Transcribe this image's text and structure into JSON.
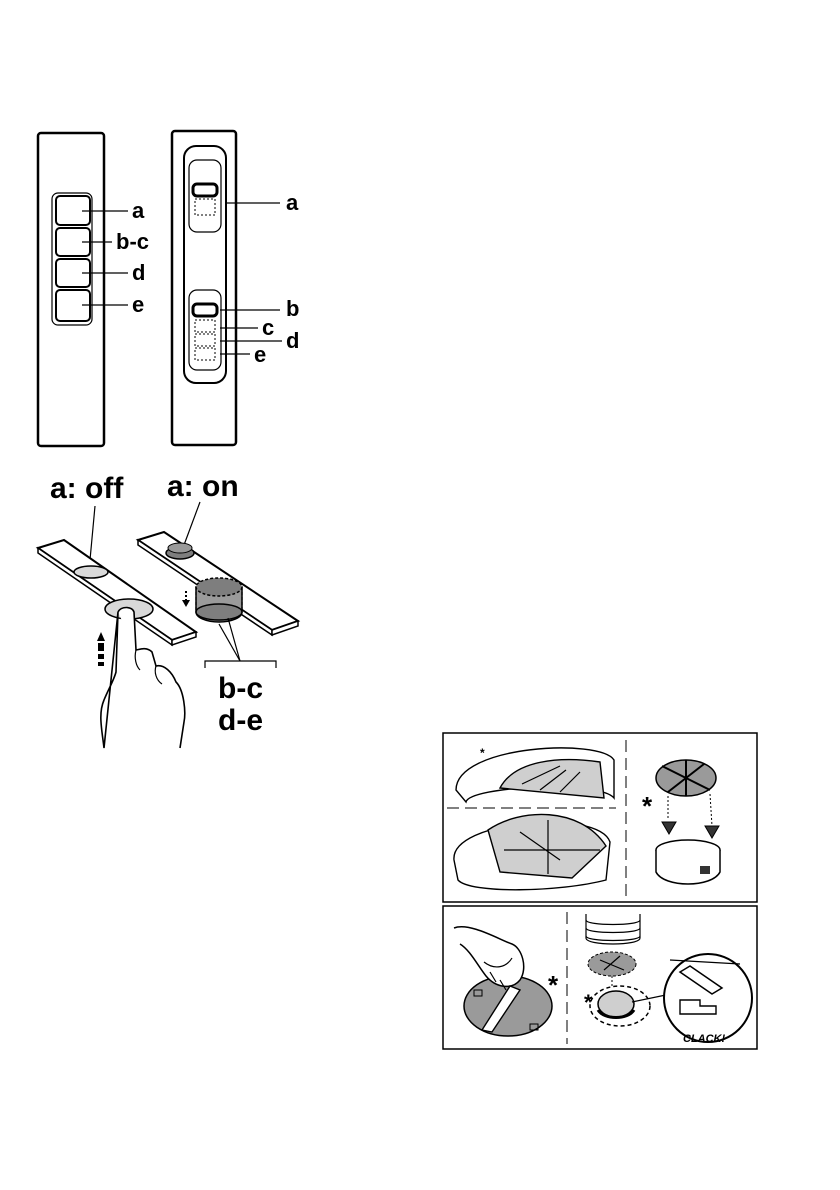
{
  "panel_a": {
    "labels": [
      "a",
      "b-c",
      "d",
      "e"
    ]
  },
  "panel_b": {
    "labels": [
      "a",
      "b",
      "c",
      "d",
      "e"
    ]
  },
  "knob": {
    "label_off": "a: off",
    "label_on": "a: on",
    "speeds_line1": "b-c",
    "speeds_line2": "d-e"
  },
  "filter": {
    "asterisk_top": "*",
    "asterisk_bottom_left": "*",
    "asterisk_bottom_right": "*",
    "clack_text": "CLACK!"
  },
  "colors": {
    "line": "#000000",
    "gray": "#9a9a9a",
    "light_gray": "#d9d9d9"
  }
}
